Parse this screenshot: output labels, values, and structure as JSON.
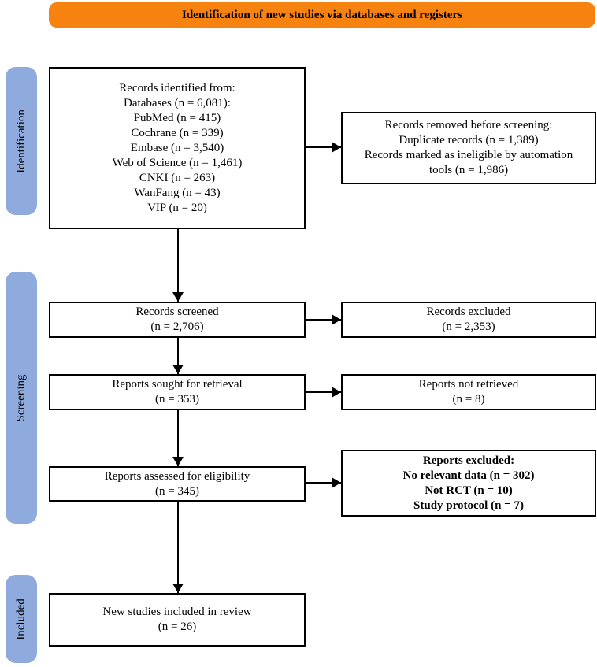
{
  "banner": {
    "title": "Identification of new studies via databases and registers"
  },
  "stage_labels": {
    "identification": "Identification",
    "screening": "Screening",
    "included": "Included"
  },
  "flow": {
    "records_identified": {
      "lines": [
        "Records identified from:",
        "Databases (n = 6,081):",
        "PubMed (n = 415)",
        "Cochrane (n = 339)",
        "Embase (n = 3,540)",
        "Web of Science (n = 1,461)",
        "CNKI (n = 263)",
        "WanFang (n = 43)",
        "VIP (n = 20)"
      ]
    },
    "records_removed": {
      "lines": [
        "Records removed before screening:",
        "Duplicate records (n = 1,389)",
        "Records marked as ineligible by automation",
        "tools (n = 1,986)"
      ]
    },
    "records_screened": {
      "lines": [
        "Records screened",
        "(n = 2,706)"
      ]
    },
    "records_excluded": {
      "lines": [
        "Records excluded",
        "(n = 2,353)"
      ]
    },
    "reports_sought": {
      "lines": [
        "Reports sought for retrieval",
        "(n = 353)"
      ]
    },
    "reports_not_retrieved": {
      "lines": [
        "Reports not retrieved",
        "(n = 8)"
      ]
    },
    "reports_assessed": {
      "lines": [
        "Reports assessed for eligibility",
        "(n = 345)"
      ]
    },
    "reports_excluded": {
      "lines": [
        "Reports excluded:",
        "No relevant data (n = 302)",
        "Not RCT (n = 10)",
        "Study protocol (n = 7)"
      ]
    },
    "new_studies_included": {
      "lines": [
        "New studies included in review",
        "(n = 26)"
      ]
    }
  },
  "colors": {
    "banner_orange": "#F6830F",
    "stage_blue": "#8FAADC",
    "box_border": "#000000",
    "arrow": "#000000",
    "background": "#FFFFFF"
  }
}
